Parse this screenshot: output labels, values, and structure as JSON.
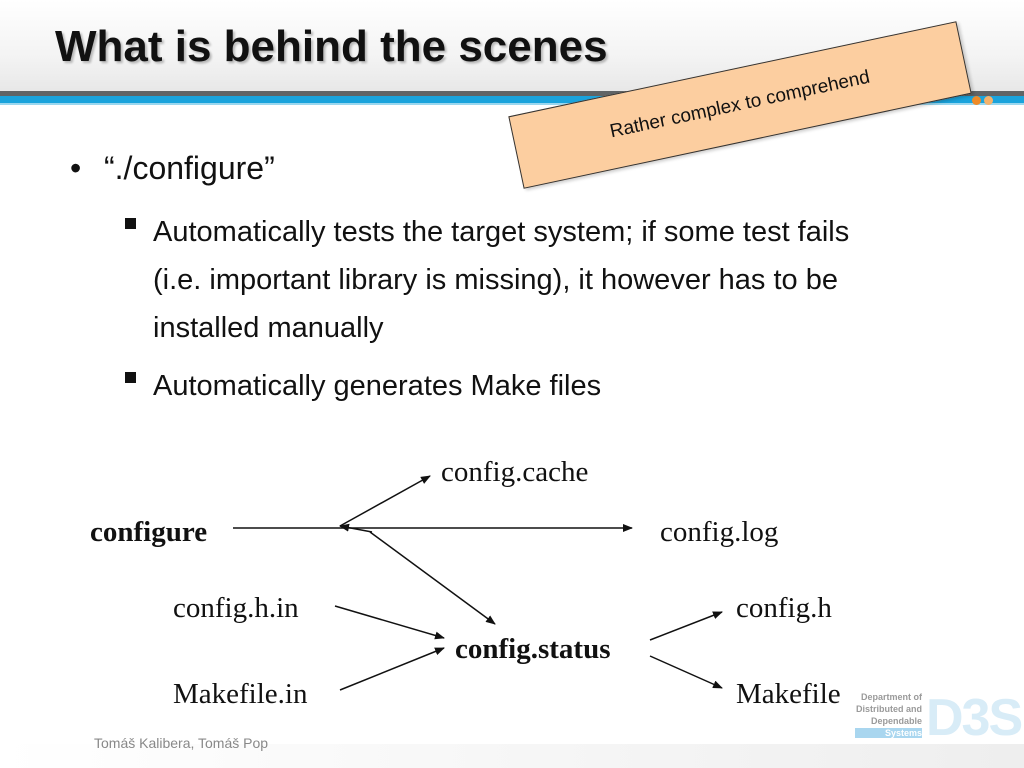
{
  "slide": {
    "title": "What is behind the scenes",
    "callout": "Rather complex to comprehend",
    "bullets": [
      {
        "text": "“./configure”",
        "sub": [
          "Automatically tests the target system; if some test fails (i.e. important library is missing), it however has to be installed manually",
          "Automatically generates Make files"
        ]
      }
    ],
    "diagram": {
      "configure": "configure",
      "config_cache": "config.cache",
      "config_log": "config.log",
      "config_h_in": "config.h.in",
      "makefile_in": "Makefile.in",
      "config_status": "config.status",
      "config_h": "config.h",
      "makefile": "Makefile"
    },
    "footer": "Tomáš Kalibera, Tomáš Pop",
    "logo": {
      "lines": [
        "Department of",
        "Distributed and",
        "Dependable",
        "Systems"
      ],
      "mark": "D3S"
    }
  },
  "colors": {
    "accent_blue": "#1aa3dc",
    "callout_fill": "#fccea0",
    "dot_orange": "#ef8a26"
  }
}
